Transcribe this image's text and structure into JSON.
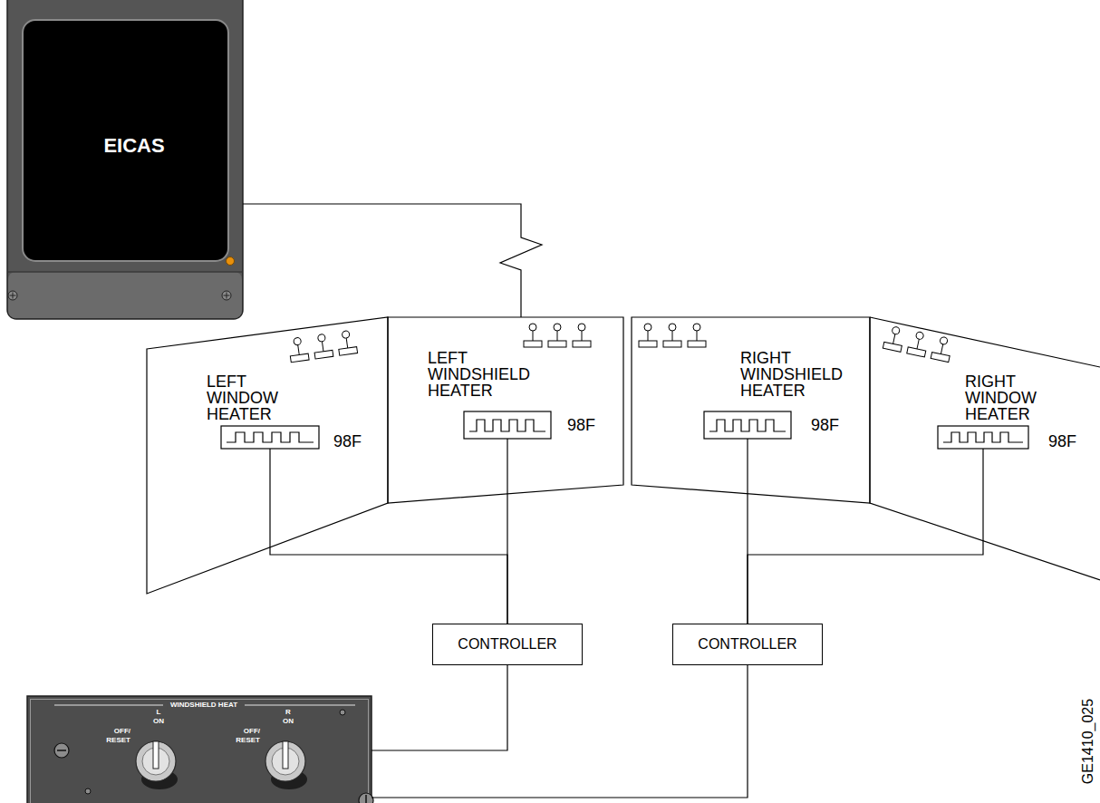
{
  "diagram": {
    "nodes": [
      {
        "text": [
          "EICAS"
        ]
      },
      {
        "text": [
          "LEFT WINDOW HEATER",
          "98F"
        ]
      },
      {
        "text": [
          "LEFT WINDSHIELD HEATER",
          "98F"
        ]
      },
      {
        "text": [
          "RIGHT WINDSHIELD HEATER",
          "98F"
        ]
      },
      {
        "text": [
          "RIGHT WINDOW HEATER",
          "98F"
        ]
      },
      {
        "text": [
          "CONTROLLER"
        ]
      },
      {
        "text": [
          "CONTROLLER"
        ]
      },
      {
        "text": [
          "WINDSHIELD HEAT",
          "L ON",
          "OFF/ RESET",
          "R ON",
          "OFF/ RESET"
        ]
      }
    ],
    "edges": [
      {
        "from": 0,
        "to": 2,
        "arrow": "none"
      },
      {
        "from": 1,
        "to": 5,
        "arrow": "none"
      },
      {
        "from": 2,
        "to": 5,
        "arrow": "none"
      },
      {
        "from": 3,
        "to": 6,
        "arrow": "none"
      },
      {
        "from": 4,
        "to": 6,
        "arrow": "none"
      },
      {
        "from": 5,
        "to": 7,
        "arrow": "none"
      },
      {
        "from": 6,
        "to": 7,
        "arrow": "none"
      }
    ],
    "labels": [
      "GE1410_025"
    ]
  }
}
